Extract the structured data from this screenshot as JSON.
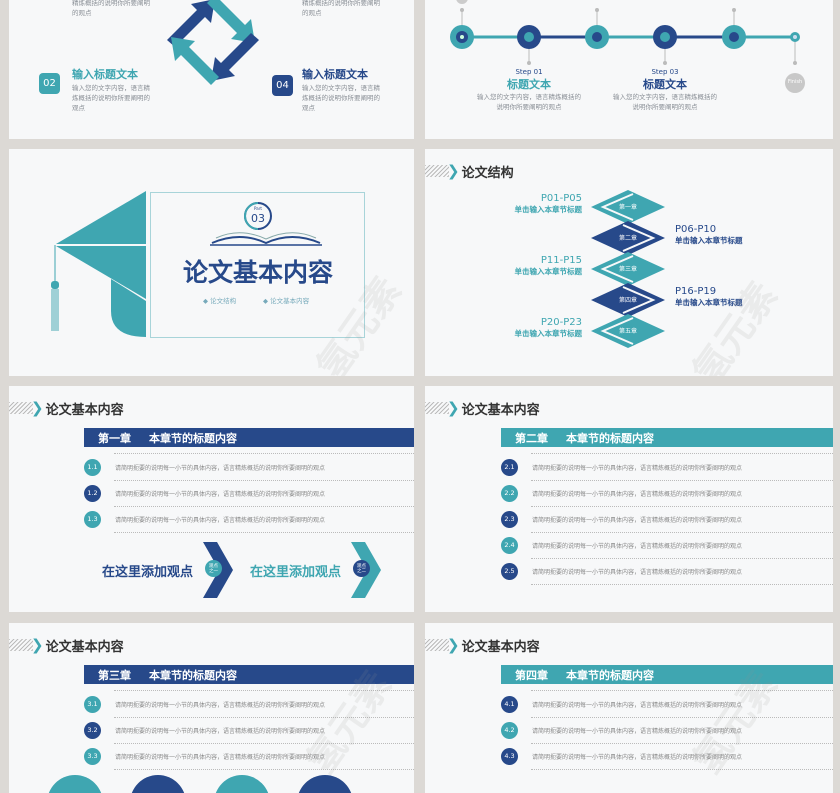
{
  "colors": {
    "navy": "#27498a",
    "teal": "#3fa6b1",
    "background": "#dcd9d5"
  },
  "slide_cycle": {
    "items": [
      {
        "num": "02",
        "title": "输入标题文本",
        "desc": "输入您的文字内容，语言精炼概括的说明你所要阐明的观点",
        "color": "teal"
      },
      {
        "num": "04",
        "title": "输入标题文本",
        "desc": "输入您的文字内容，语言精炼概括的说明你所要阐明的观点",
        "color": "navy"
      }
    ],
    "top_desc_left": "精炼概括的说明你所要阐明的观点",
    "top_desc_right": "精炼概括的说明你所要阐明的观点"
  },
  "slide_timeline": {
    "steps": [
      {
        "step": "Step 01",
        "title": "标题文本",
        "desc": "输入您的文字内容，语言精炼概括的说明你所要阐明的观点"
      },
      {
        "step": "Step 03",
        "title": "标题文本",
        "desc": "输入您的文字内容，语言精炼概括的说明你所要阐明的观点"
      }
    ],
    "finish": "Finish"
  },
  "slide_section": {
    "part_label": "Part",
    "part_num": "03",
    "title": "论文基本内容",
    "bullets": [
      "论文结构",
      "论文基本内容"
    ],
    "watermark": "氢元素"
  },
  "slide_structure": {
    "header": "论文结构",
    "chapters": [
      {
        "label": "第一章",
        "pages": "P01-P05",
        "subtitle": "单击输入本章节标题",
        "side": "left"
      },
      {
        "label": "第二章",
        "pages": "P06-P10",
        "subtitle": "单击输入本章节标题",
        "side": "right"
      },
      {
        "label": "第三章",
        "pages": "P11-P15",
        "subtitle": "单击输入本章节标题",
        "side": "left"
      },
      {
        "label": "第四章",
        "pages": "P16-P19",
        "subtitle": "单击输入本章节标题",
        "side": "right"
      },
      {
        "label": "第五章",
        "pages": "P20-P23",
        "subtitle": "单击输入本章节标题",
        "side": "left"
      }
    ]
  },
  "chapter_slides": [
    {
      "header": "论文基本内容",
      "chapter": "第一章",
      "title": "本章节的标题内容",
      "bar_color": "navy",
      "rows": [
        {
          "num": "1.1",
          "color": "teal"
        },
        {
          "num": "1.2",
          "color": "navy"
        },
        {
          "num": "1.3",
          "color": "teal"
        }
      ],
      "row_text": "请简明扼要的说明每一小节的具体内容，语言精炼概括的说明你所要阐明的观点",
      "points": [
        {
          "text": "在这里添加观点",
          "tag": "观点之一",
          "color": "navy"
        },
        {
          "text": "在这里添加观点",
          "tag": "观点之二",
          "color": "teal"
        }
      ]
    },
    {
      "header": "论文基本内容",
      "chapter": "第二章",
      "title": "本章节的标题内容",
      "bar_color": "teal",
      "rows": [
        {
          "num": "2.1",
          "color": "navy"
        },
        {
          "num": "2.2",
          "color": "teal"
        },
        {
          "num": "2.3",
          "color": "navy"
        },
        {
          "num": "2.4",
          "color": "teal"
        },
        {
          "num": "2.5",
          "color": "navy"
        }
      ],
      "row_text": "请简明扼要的说明每一小节的具体内容，语言精炼概括的说明你所要阐明的观点"
    },
    {
      "header": "论文基本内容",
      "chapter": "第三章",
      "title": "本章节的标题内容",
      "bar_color": "navy",
      "rows": [
        {
          "num": "3.1",
          "color": "teal"
        },
        {
          "num": "3.2",
          "color": "navy"
        },
        {
          "num": "3.3",
          "color": "teal"
        }
      ],
      "row_text": "请简明扼要的说明每一小节的具体内容，语言精炼概括的说明你所要阐明的观点"
    },
    {
      "header": "论文基本内容",
      "chapter": "第四章",
      "title": "本章节的标题内容",
      "bar_color": "teal",
      "rows": [
        {
          "num": "4.1",
          "color": "navy"
        },
        {
          "num": "4.2",
          "color": "teal"
        },
        {
          "num": "4.3",
          "color": "navy"
        }
      ],
      "row_text": "请简明扼要的说明每一小节的具体内容，语言精炼概括的说明你所要阐明的观点"
    }
  ]
}
